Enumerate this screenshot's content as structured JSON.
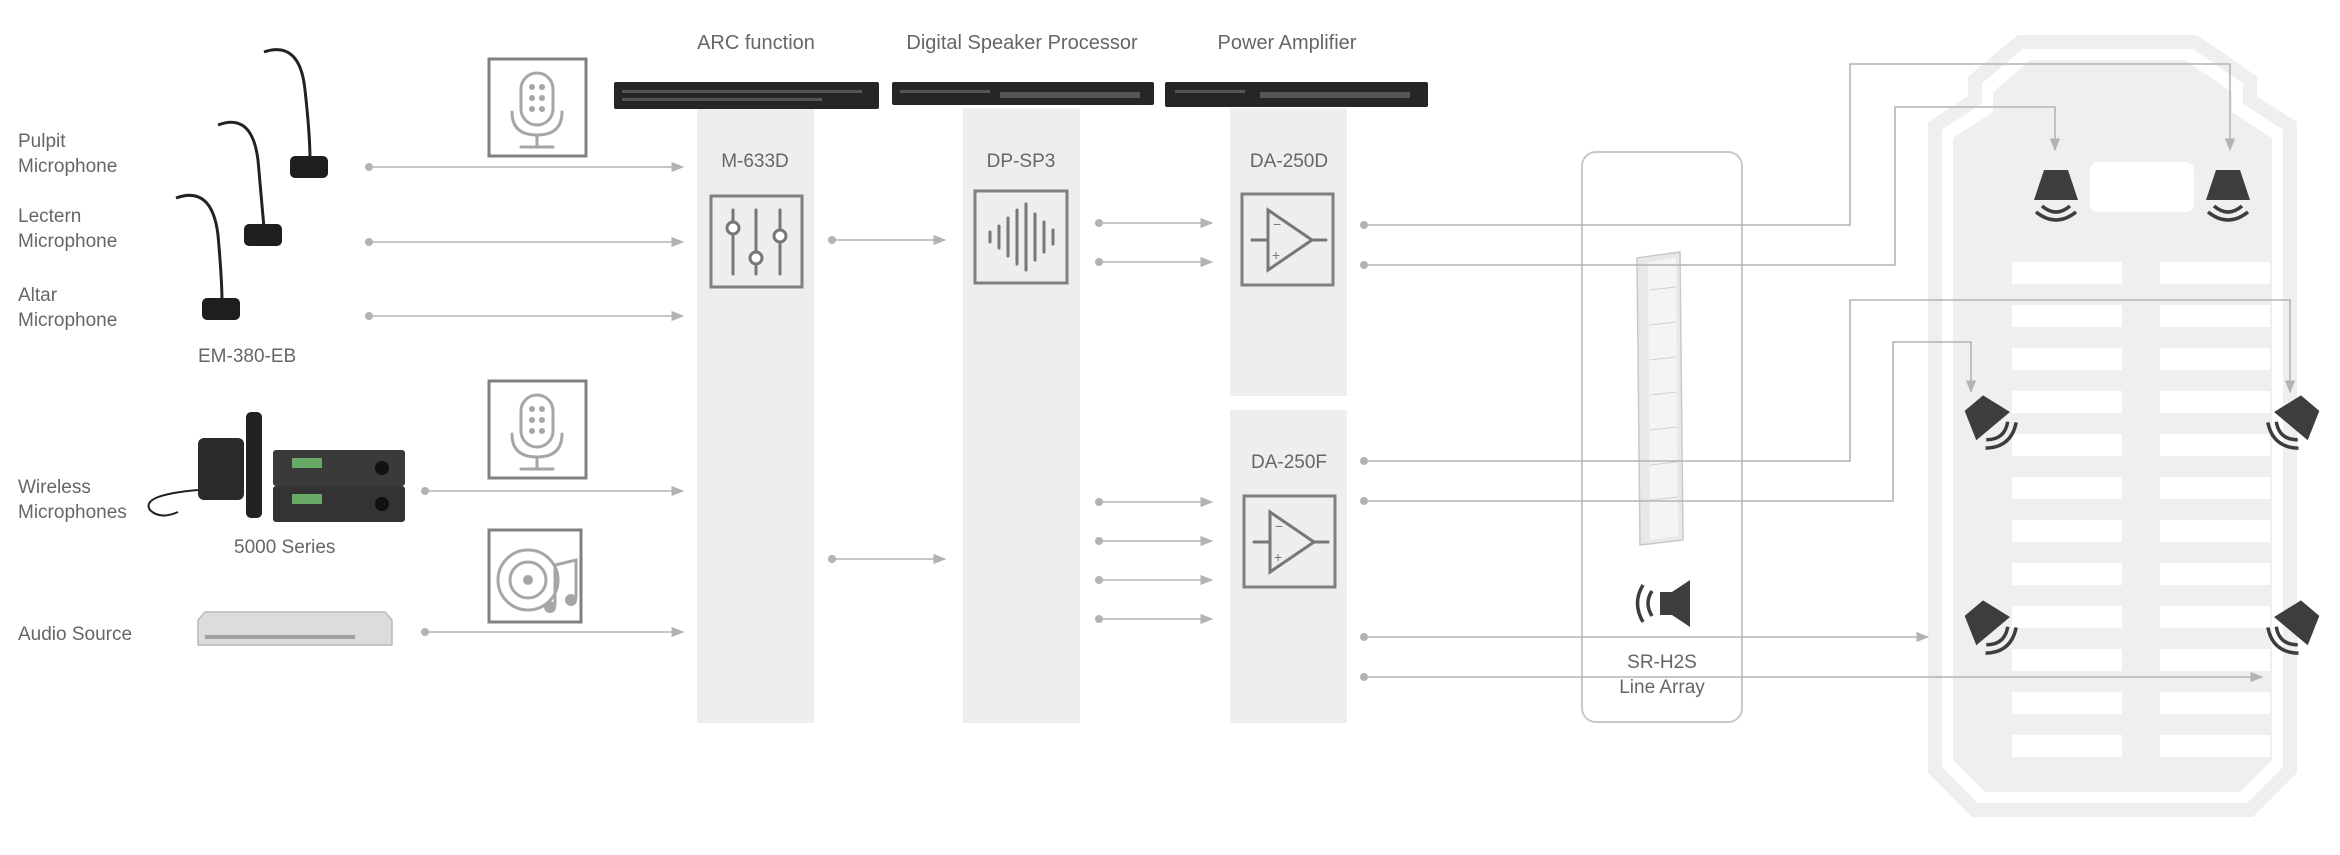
{
  "columns": {
    "arc": "ARC function",
    "dsp": "Digital Speaker Processor",
    "amp": "Power Amplifier"
  },
  "sources": {
    "pulpit": [
      "Pulpit",
      "Microphone"
    ],
    "lectern": [
      "Lectern",
      "Microphone"
    ],
    "altar": [
      "Altar",
      "Microphone"
    ],
    "gooseneck_model": "EM-380-EB",
    "wireless": [
      "Wireless",
      "Microphones"
    ],
    "wireless_model": "5000 Series",
    "audio": "Audio Source"
  },
  "devices": {
    "mixer": "M-633D",
    "processor": "DP-SP3",
    "amp1": "DA-250D",
    "amp2": "DA-250F",
    "line_array": [
      "SR-H2S",
      "Line Array"
    ]
  },
  "icons": {
    "mic": "microphone-icon",
    "wireless_mic": "wireless-microphone-icon",
    "music": "music-disc-icon",
    "mixer": "fader-mixer-icon",
    "waveform": "waveform-icon",
    "amplifier": "amplifier-triangle-icon",
    "speaker": "loudspeaker-icon"
  },
  "colors": {
    "signal": "#b3b3b3",
    "panel": "#eeeeee",
    "icon": "#808080",
    "speaker": "#3d3d3d"
  }
}
